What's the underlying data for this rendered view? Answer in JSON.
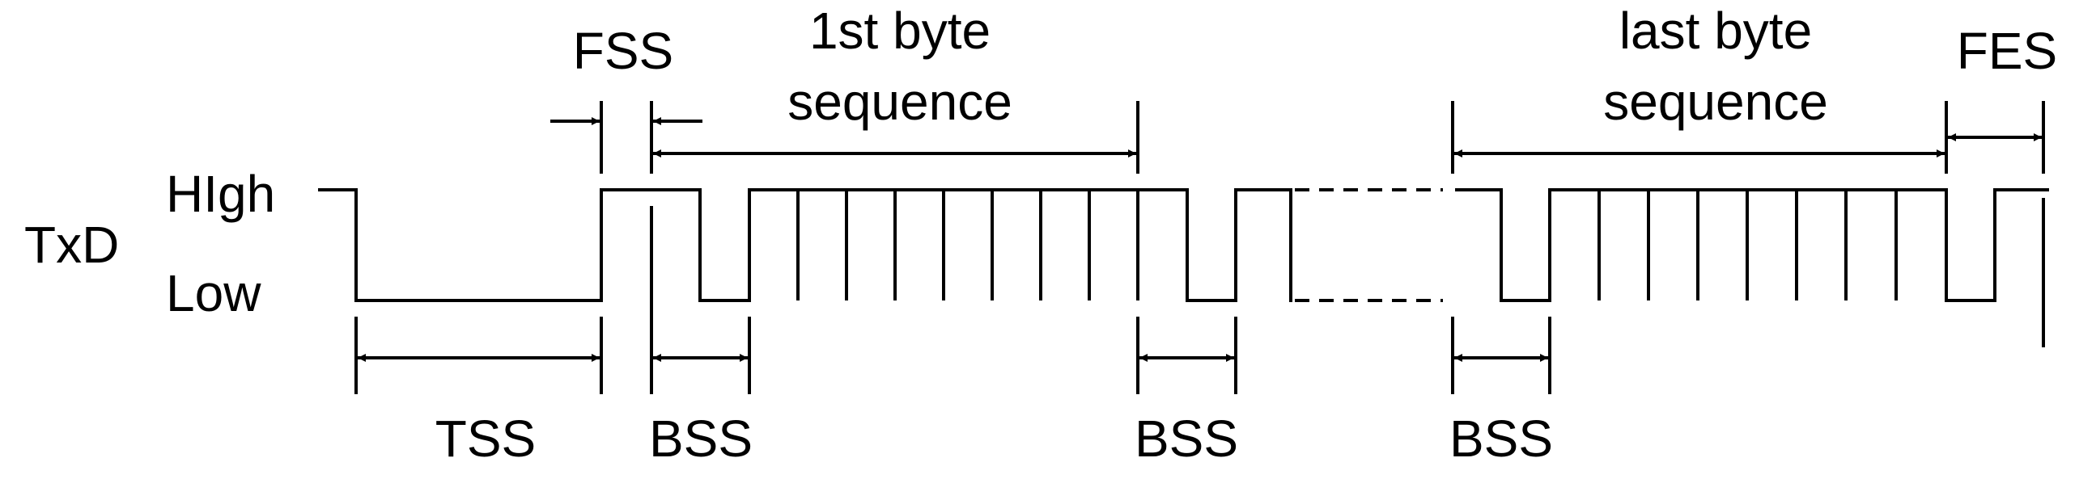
{
  "diagram": {
    "signal_name": "TxD",
    "level_high": "HIgh",
    "level_low": "Low",
    "labels": {
      "tss": "TSS",
      "fss": "FSS",
      "bss_1": "BSS",
      "bss_2": "BSS",
      "bss_3": "BSS",
      "fes": "FES",
      "first_seq_line1": "1st byte",
      "first_seq_line2": "sequence",
      "last_seq_line1": "last byte",
      "last_seq_line2": "sequence"
    }
  }
}
